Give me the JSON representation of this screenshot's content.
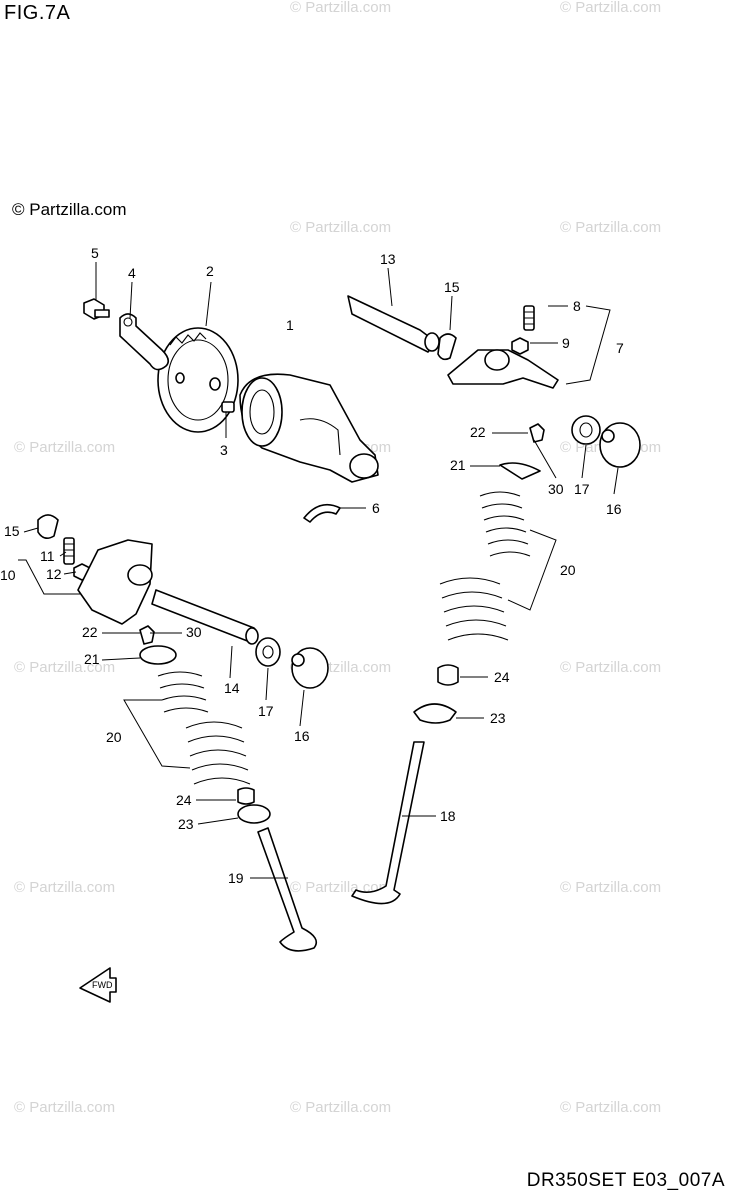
{
  "header": {
    "figure_label": "FIG.7A"
  },
  "footer": {
    "diagram_code": "DR350SET E03_007A"
  },
  "copyright": "© Partzilla.com",
  "watermark": "© Partzilla.com",
  "direction_label": "FWD",
  "callouts": [
    "1",
    "2",
    "3",
    "4",
    "5",
    "6",
    "7",
    "8",
    "9",
    "10",
    "11",
    "12",
    "13",
    "14",
    "15",
    "15",
    "16",
    "16",
    "17",
    "17",
    "18",
    "19",
    "20",
    "20",
    "21",
    "21",
    "22",
    "22",
    "23",
    "23",
    "24",
    "24",
    "30",
    "30"
  ]
}
